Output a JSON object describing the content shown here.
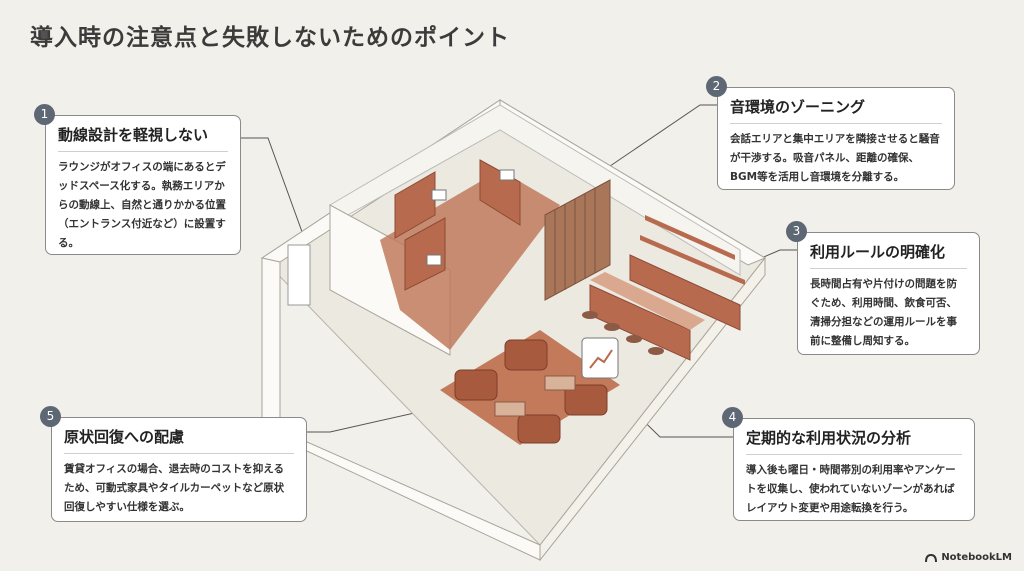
{
  "title": "導入時の注意点と失敗しないためのポイント",
  "points": [
    {
      "num": "1",
      "heading": "動線設計を軽視しない",
      "body": "ラウンジがオフィスの端にあるとデッドスペース化する。執務エリアからの動線上、自然と通りかかる位置（エントランス付近など）に設置する。"
    },
    {
      "num": "2",
      "heading": "音環境のゾーニング",
      "body": "会話エリアと集中エリアを隣接させると騒音が干渉する。吸音パネル、距離の確保、BGM等を活用し音環境を分離する。"
    },
    {
      "num": "3",
      "heading": "利用ルールの明確化",
      "body": "長時間占有や片付けの問題を防ぐため、利用時間、飲食可否、清掃分担などの運用ルールを事前に整備し周知する。"
    },
    {
      "num": "4",
      "heading": "定期的な利用状況の分析",
      "body": "導入後も曜日・時間帯別の利用率やアンケートを収集し、使われていないゾーンがあればレイアウト変更や用途転換を行う。"
    },
    {
      "num": "5",
      "heading": "原状回復への配慮",
      "body": "賃貸オフィスの場合、退去時のコストを抑えるため、可動式家具やタイルカーペットなど原状回復しやすい仕様を選ぶ。"
    }
  ],
  "brand": "NotebookLM",
  "colors": {
    "background": "#f2f0ea",
    "badge": "#5d6874",
    "furniture": "#b86a4e",
    "wall": "#fbfaf6"
  }
}
